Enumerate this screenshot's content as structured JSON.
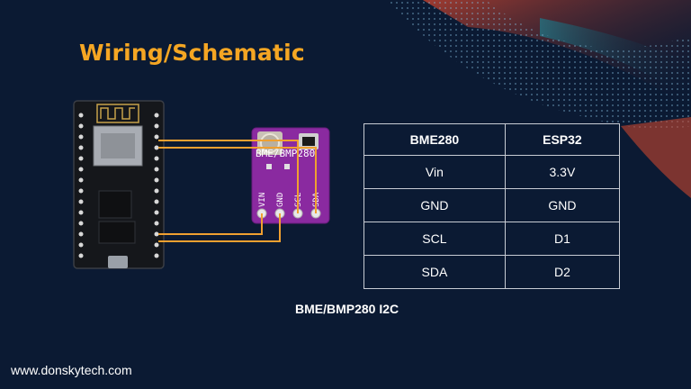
{
  "title": "Wiring/Schematic",
  "board_label": "BME/BMP280",
  "sensor_pins": [
    "VIN",
    "GND",
    "SCL",
    "SDA"
  ],
  "table": {
    "headers": [
      "BME280",
      "ESP32"
    ],
    "rows": [
      [
        "Vin",
        "3.3V"
      ],
      [
        "GND",
        "GND"
      ],
      [
        "SCL",
        "D1"
      ],
      [
        "SDA",
        "D2"
      ]
    ]
  },
  "caption": "BME/BMP280 I2C",
  "website": "www.donskytech.com",
  "colors": {
    "background": "#0b1a33",
    "title": "#f5a623",
    "wire": "#f0a030",
    "sensor_board": "#8a2aa0"
  }
}
